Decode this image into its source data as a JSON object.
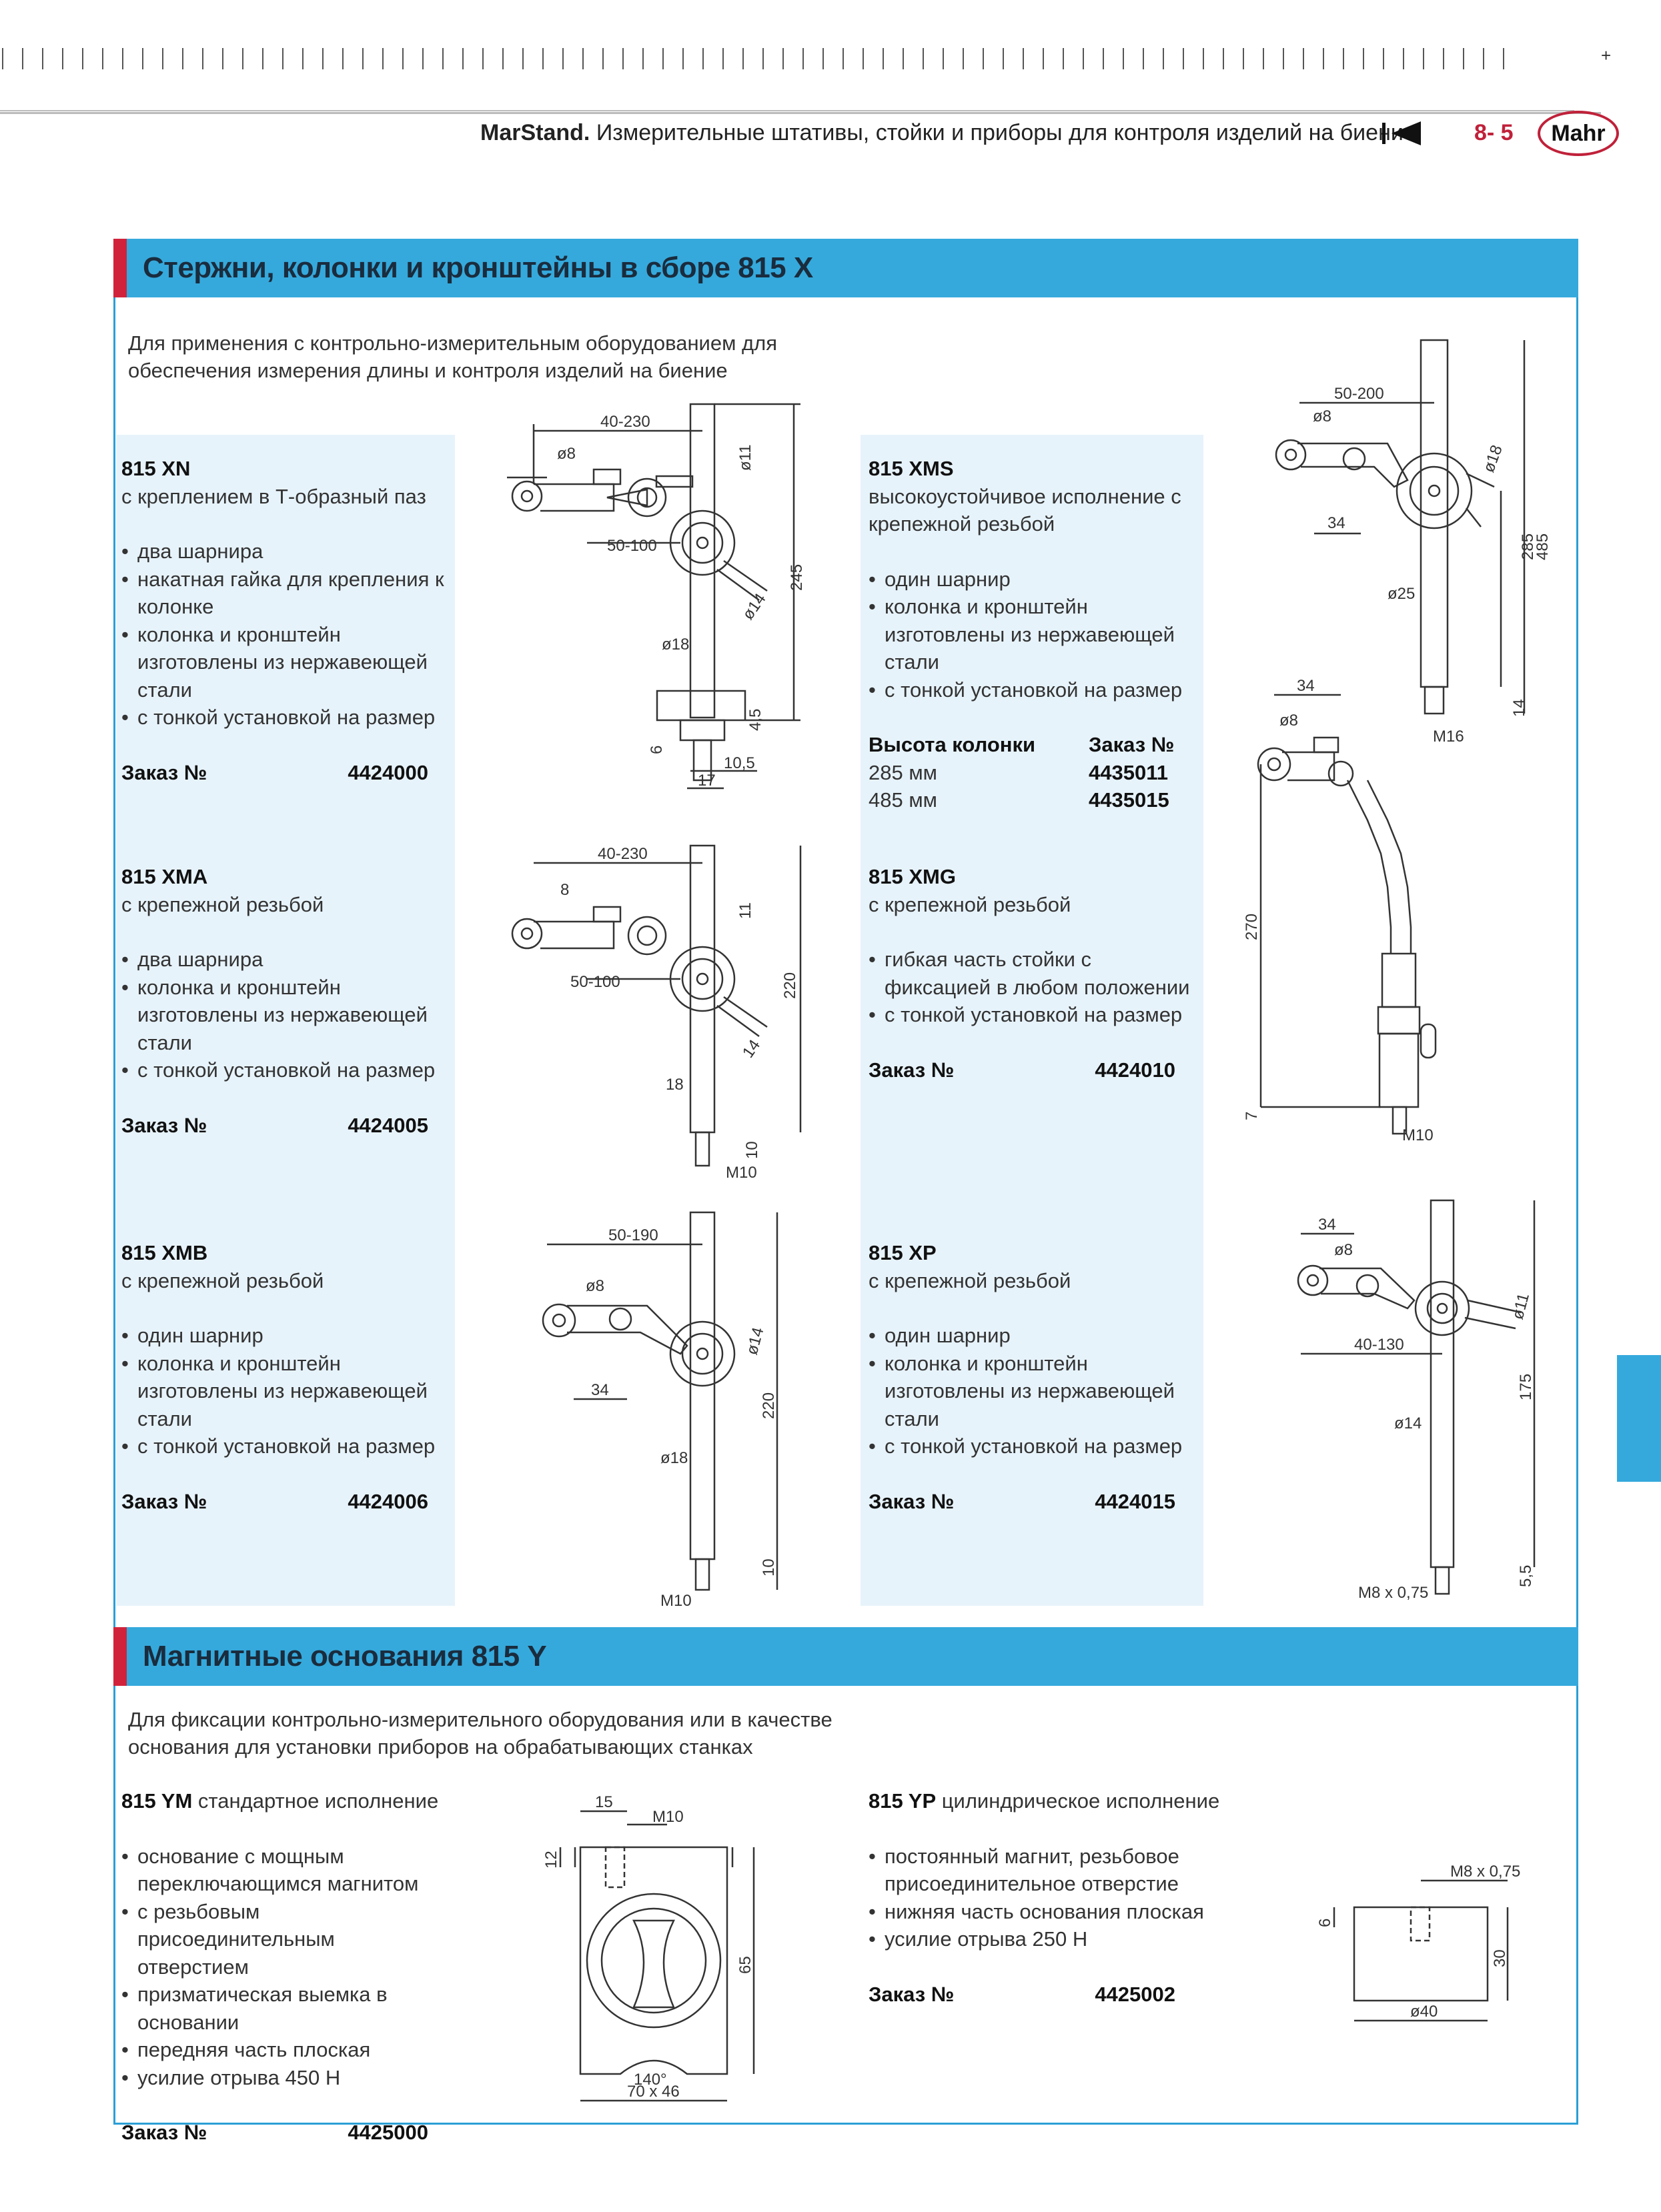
{
  "header": {
    "brand": "MarStand.",
    "title": "Измерительные штативы, стойки и приборы для контроля изделий на биение",
    "page": "8- 5",
    "logo": "Mahr"
  },
  "sections": [
    {
      "heading": "Стержни, колонки и кронштейны в сборе 815 X",
      "intro": [
        "Для применения с контрольно-измерительным оборудованием для",
        "обеспечения измерения длины и контроля изделий на биение"
      ]
    },
    {
      "heading": "Магнитные основания 815 Y",
      "intro": [
        "Для фиксации контрольно-измерительного оборудования или в качестве",
        "основания для установки приборов на обрабатывающих станках"
      ]
    }
  ],
  "products": {
    "xn": {
      "code": "815 XN",
      "desc": "с креплением в Т-образный паз",
      "bullets": [
        "два шарнира",
        "накатная гайка для крепления к колонке",
        "колонка и кронштейн изготовлены из нержавеющей стали",
        "с тонкой установкой на размер"
      ],
      "order_label": "Заказ №",
      "order": "4424000"
    },
    "xma": {
      "code": "815 XMA",
      "desc": "с крепежной резьбой",
      "bullets": [
        "два шарнира",
        "колонка и кронштейн изготовлены из нержавеющей стали",
        "с тонкой установкой на размер"
      ],
      "order_label": "Заказ №",
      "order": "4424005"
    },
    "xmb": {
      "code": "815 XMB",
      "desc": "с крепежной резьбой",
      "bullets": [
        "один шарнир",
        "колонка и кронштейн изготовлены из нержавеющей стали",
        "с тонкой установкой на размер"
      ],
      "order_label": "Заказ №",
      "order": "4424006"
    },
    "xms": {
      "code": "815 XMS",
      "desc": "высокоустойчивое исполнение с крепежной резьбой",
      "bullets": [
        "один шарнир",
        "колонка и кронштейн изготовлены из нержавеющей стали",
        "с тонкой установкой на размер"
      ],
      "height_label": "Высота колонки",
      "order_label": "Заказ №",
      "heights": [
        {
          "h": "285 мм",
          "order": "4435011"
        },
        {
          "h": "485 мм",
          "order": "4435015"
        }
      ]
    },
    "xmg": {
      "code": "815 XMG",
      "desc": "с крепежной резьбой",
      "bullets": [
        "гибкая часть стойки с фиксацией в любом положении",
        "с тонкой установкой на размер"
      ],
      "order_label": "Заказ №",
      "order": "4424010"
    },
    "xp": {
      "code": "815 XP",
      "desc": "с крепежной резьбой",
      "bullets": [
        "один шарнир",
        "колонка и кронштейн изготовлены из нержавеющей стали",
        "с тонкой установкой на размер"
      ],
      "order_label": "Заказ №",
      "order": "4424015"
    },
    "ym": {
      "code": "815 YM",
      "desc": "стандартное исполнение",
      "bullets": [
        "основание с мощным переключающимся магнитом",
        "с резьбовым присоединительным отверстием",
        "призматическая выемка в основании",
        "передняя часть плоская",
        "усилие отрыва 450 Н"
      ],
      "order_label": "Заказ №",
      "order": "4425000"
    },
    "yp": {
      "code": "815 YP",
      "desc": "цилиндрическое исполнение",
      "bullets": [
        "постоянный магнит, резьбовое присоединительное отверстие",
        "нижняя часть основания плоская",
        "усилие отрыва 250 Н"
      ],
      "order_label": "Заказ №",
      "order": "4425002"
    }
  },
  "dims": {
    "xn": [
      "40-230",
      "ø8",
      "ø11",
      "50-100",
      "245",
      "ø14",
      "ø18",
      "4,5",
      "6",
      "10,5",
      "17"
    ],
    "xma": [
      "40-230",
      "8",
      "11",
      "50-100",
      "220",
      "14",
      "18",
      "10",
      "M10"
    ],
    "xmb": [
      "50-190",
      "ø8",
      "ø14",
      "34",
      "220",
      "ø18",
      "10",
      "M10"
    ],
    "xms": [
      "50-200",
      "ø8",
      "ø18",
      "34",
      "285",
      "485",
      "ø25",
      "14",
      "M16"
    ],
    "xmg": [
      "34",
      "ø8",
      "270",
      "7",
      "M10"
    ],
    "xp": [
      "34",
      "ø8",
      "ø11",
      "40-130",
      "175",
      "ø14",
      "5,5",
      "M8 x 0,75"
    ],
    "ym": [
      "15",
      "M10",
      "12",
      "65",
      "140°",
      "70 x 46"
    ],
    "yp": [
      "M8 x 0,75",
      "6",
      "30",
      "ø40"
    ]
  }
}
